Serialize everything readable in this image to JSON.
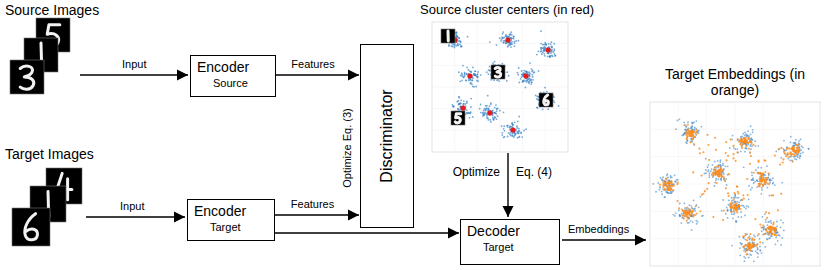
{
  "diagram": {
    "nodes": [
      {
        "text": [
          "Encoder",
          "Source"
        ]
      },
      {
        "text": [
          "Discriminator"
        ]
      },
      {
        "text": [
          "Encoder",
          "Target"
        ]
      },
      {
        "text": [
          "Decoder",
          "Target"
        ]
      }
    ],
    "edges": [
      {
        "from": 0,
        "to": 1,
        "arrow": "to",
        "label": "Features"
      },
      {
        "from": 2,
        "to": 1,
        "arrow": "to",
        "label": "Features"
      },
      {
        "from": 2,
        "to": 3,
        "arrow": "to"
      }
    ],
    "labels": [
      "Source Images",
      "Input",
      "Source cluster centers (in red)",
      "Optimize Eq. (3)",
      "Target Images",
      "Input",
      "Optimize",
      "Eq. (4)",
      "Embeddings",
      "Target Embeddings (in orange)"
    ]
  }
}
